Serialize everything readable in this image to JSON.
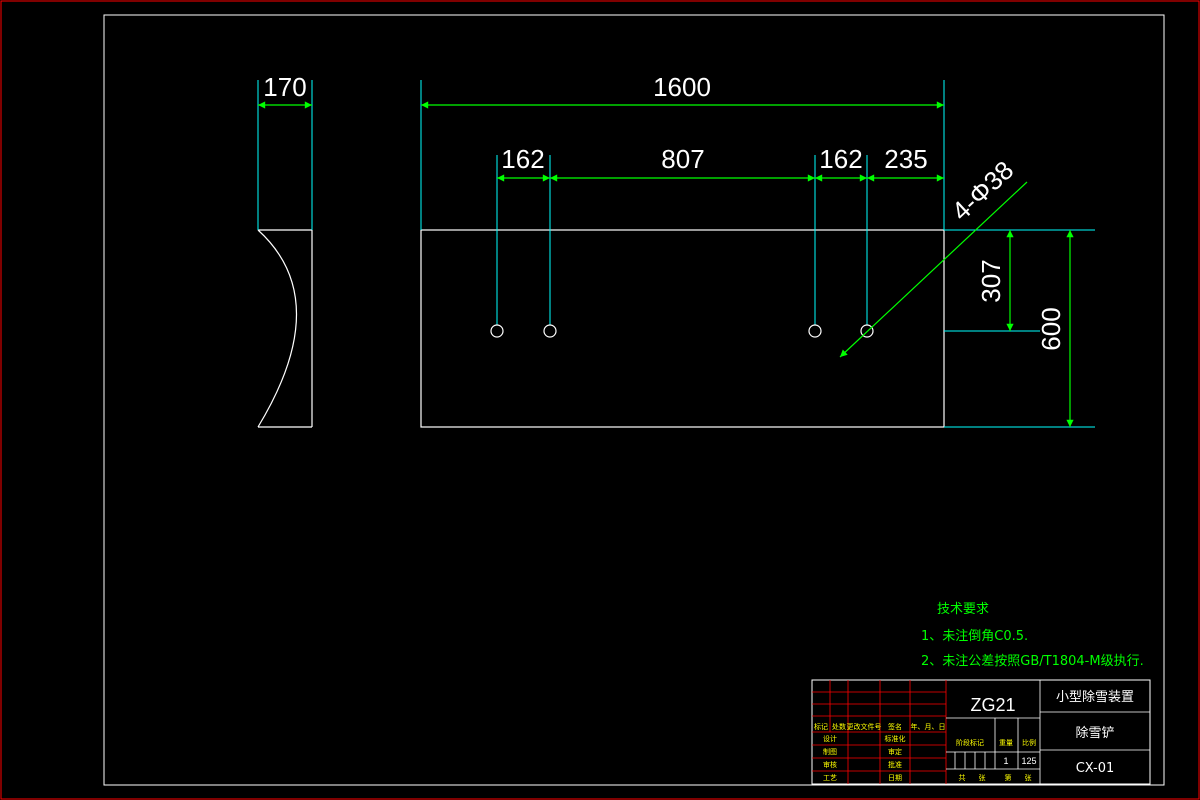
{
  "colors": {
    "background": "#000000",
    "outline": "#ffffff",
    "frame": "#ff0000",
    "dimension": "#00ff00",
    "center": "#00ffff"
  },
  "dimensions": {
    "side_width": "170",
    "overall_length": "1600",
    "hole_offset_left": "162",
    "hole_span": "807",
    "hole_offset_right": "162",
    "hole_to_edge": "235",
    "hole_callout": "4-Φ38",
    "hole_height": "307",
    "overall_height": "600"
  },
  "technical_requirements": {
    "title": "技术要求",
    "item1": "1、未注倒角C0.5.",
    "item2": "2、未注公差按照GB/T1804-M级执行."
  },
  "title_block": {
    "material": "ZG21",
    "product_name": "小型除雪装置",
    "part_name": "除雪铲",
    "drawing_no": "CX-01",
    "quantity": "1",
    "scale": "125",
    "rev_headers": [
      "标记",
      "处数",
      "更改文件号",
      "签名",
      "年、月、日"
    ],
    "role_labels_left": [
      "设计",
      "制图",
      "审核",
      "工艺"
    ],
    "role_labels_right": [
      "标准化",
      "审定",
      "批准",
      "日期"
    ],
    "stage_labels": [
      "阶段标记",
      "重量",
      "比例"
    ],
    "sheet_labels": [
      "共",
      "张",
      "第",
      "张"
    ]
  }
}
